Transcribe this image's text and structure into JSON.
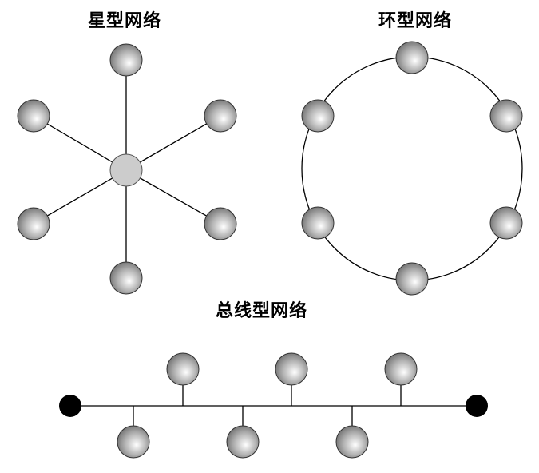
{
  "titles": {
    "star": "星型网络",
    "ring": "环型网络",
    "bus": "总线型网络"
  },
  "colors": {
    "line": "#000000",
    "node_light": "#ffffff",
    "node_dark": "#707070",
    "hub": "#cccccc",
    "terminator": "#000000"
  },
  "diagrams": {
    "star": {
      "hub_count": 1,
      "node_count": 6
    },
    "ring": {
      "node_count": 6
    },
    "bus": {
      "nodes_above": 3,
      "nodes_below": 3,
      "terminators": 2
    }
  }
}
